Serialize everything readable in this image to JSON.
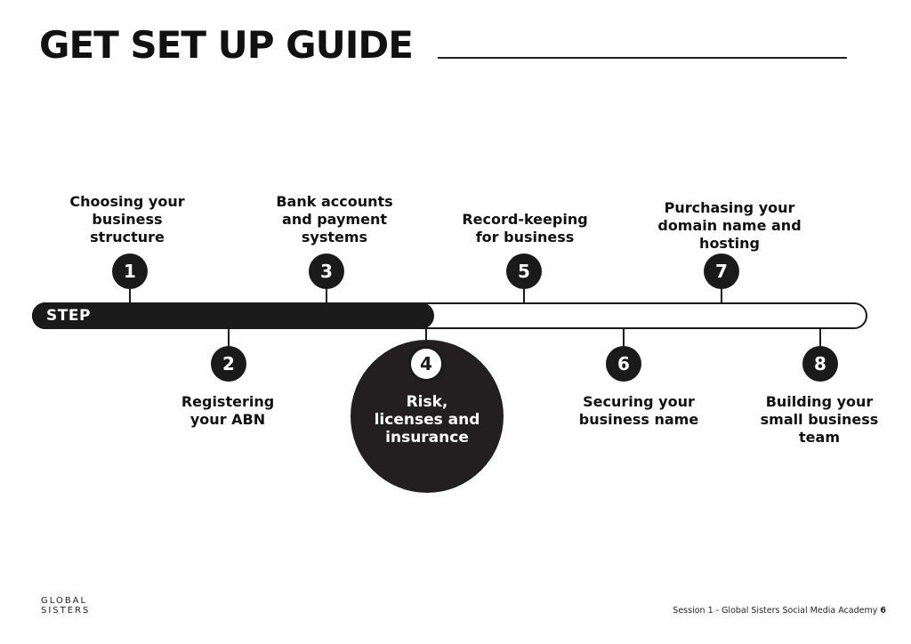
{
  "header": {
    "title": "GET SET UP GUIDE"
  },
  "timeline": {
    "label": "STEP",
    "current_step": 4,
    "total_steps": 8,
    "steps": [
      {
        "number": "1",
        "title": "Choosing your\nbusiness\nstructure"
      },
      {
        "number": "2",
        "title": "Registering\nyour ABN"
      },
      {
        "number": "3",
        "title": "Bank accounts\nand payment\nsystems"
      },
      {
        "number": "4",
        "title": "Risk,\nlicenses and\ninsurance"
      },
      {
        "number": "5",
        "title": "Record-keeping\nfor business"
      },
      {
        "number": "6",
        "title": "Securing your\nbusiness name"
      },
      {
        "number": "7",
        "title": "Purchasing your\ndomain name and\nhosting"
      },
      {
        "number": "8",
        "title": "Building your\nsmall business\nteam"
      }
    ]
  },
  "logo": {
    "line1": "GLOBAL",
    "line2": "SISTERS"
  },
  "footer": {
    "text": "Session 1 - Global Sisters Social Media Academy",
    "page_number": "6"
  },
  "colors": {
    "primary": "#1a1a1a",
    "background": "#ffffff",
    "highlight_circle": "#231f20"
  }
}
